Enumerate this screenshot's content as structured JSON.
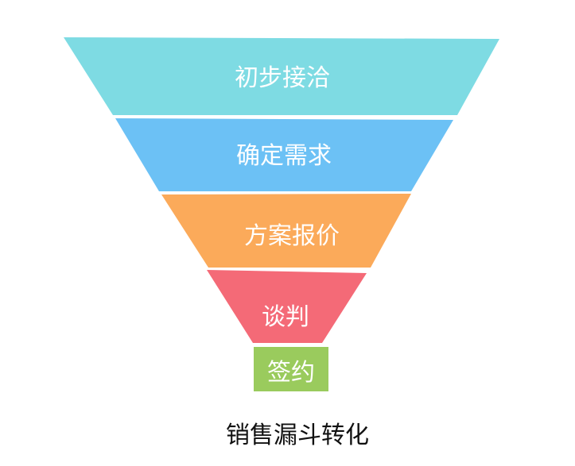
{
  "stages": [
    {
      "label": "初步接洽",
      "color": "#7EDBE3"
    },
    {
      "label": "确定需求",
      "color": "#6CC1F5"
    },
    {
      "label": "方案报价",
      "color": "#FBAA5A"
    },
    {
      "label": "谈判",
      "color": "#F46A77"
    },
    {
      "label": "签约",
      "color": "#9ACB5D"
    }
  ],
  "caption": "销售漏斗转化"
}
